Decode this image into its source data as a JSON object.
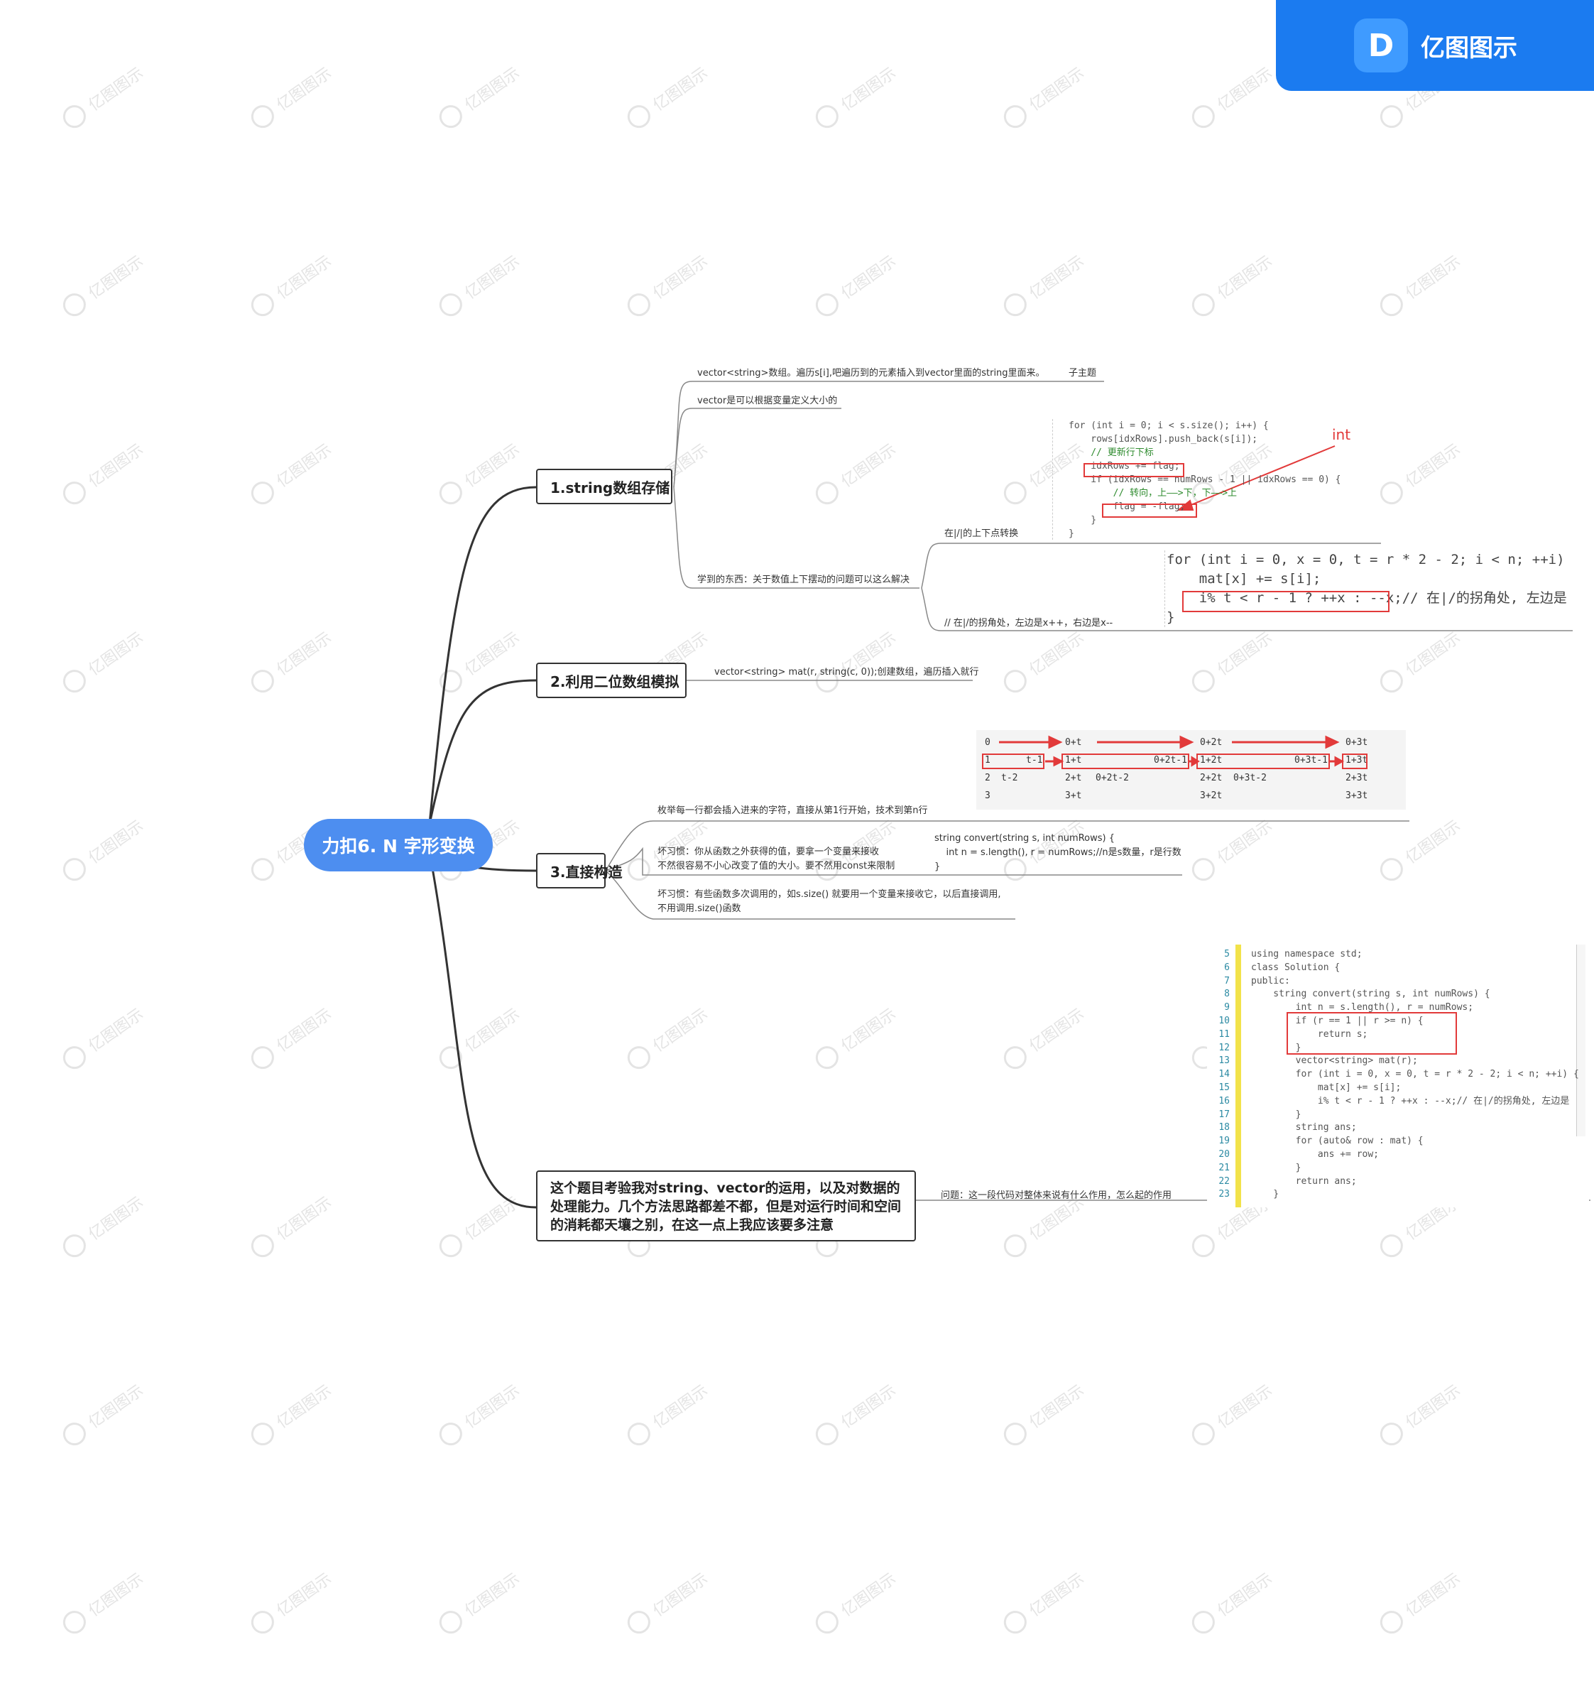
{
  "brand": {
    "name": "亿图图示",
    "icon": "edraw-logo-icon"
  },
  "watermark": {
    "text": "亿图图示"
  },
  "central": {
    "title": "力扣6. N 字形变换"
  },
  "topic1": {
    "title": "1.string数组存储",
    "sub1": "vector<string>数组。遍历s[i],吧遍历到的元素插入到vector里面的string里面来。",
    "sub1_tag": "子主题",
    "sub2": "vector是可以根据变量定义大小的",
    "sub3": "学到的东西：关于数值上下摆动的问题可以这么解决",
    "sub3a": "在|/|的上下点转换",
    "sub3b": "// 在|/的拐角处，左边是x++，右边是x--",
    "annot": "int",
    "code1": [
      "for (int i = 0; i < s.size(); i++) {",
      "    rows[idxRows].push_back(s[i]);",
      "    // 更新行下标",
      "    idxRows += flag;",
      "    if (idxRows == numRows - 1 || idxRows == 0) {",
      "        // 转向，上——>下，下——>上",
      "        flag = -flag;",
      "    }",
      "}"
    ],
    "code2": [
      "for (int i = 0, x = 0, t = r * 2 - 2; i < n; ++i) {",
      "    mat[x] += s[i];",
      "    i% t < r - 1 ? ++x : --x;// 在|/的拐角处, 左边是",
      "}"
    ]
  },
  "topic2": {
    "title": "2.利用二位数组模拟",
    "sub1": "vector<string> mat(r, string(c, 0));创建数组，遍历插入就行"
  },
  "topic3": {
    "title": "3.直接构造",
    "sub1": "枚举每一行都会插入进来的字符，直接从第1行开始，技术到第n行",
    "sub2_line1": "坏习惯：你从函数之外获得的值，要拿一个变量来接收",
    "sub2_line2": "不然很容易不小心改变了值的大小。要不然用const来限制",
    "sub2_code1": "string convert(string s, int numRows) {",
    "sub2_code2": "    int n = s.length(), r = numRows;//n是s数量，r是行数",
    "sub2_code3": "}",
    "sub3_line1": "坏习惯：有些函数多次调用的，如s.size() 就要用一个变量来接收它，以后直接调用,",
    "sub3_line2": "不用调用.size()函数",
    "grid": {
      "row0": [
        "0",
        "0+t",
        "0+2t",
        "0+3t"
      ],
      "row1": [
        "1",
        "t-1",
        "1+t",
        "0+2t-1",
        "1+2t",
        "0+3t-1",
        "1+3t"
      ],
      "row2": [
        "2",
        "t-2",
        "2+t",
        "0+2t-2",
        "2+2t",
        "0+3t-2",
        "2+3t"
      ],
      "row3": [
        "3",
        "3+t",
        "3+2t",
        "3+3t"
      ]
    }
  },
  "topic4": {
    "title": "这个题目考验我对string、vector的运用，以及对数据的处理能力。几个方法思路都差不都，但是对运行时间和空间的消耗都天壤之别，在这一点上我应该要多注意",
    "sub1": "问题：这一段代码对整体来说有什么作用，怎么起的作用",
    "code_line_numbers": [
      "5",
      "6",
      "7",
      "8",
      "9",
      "10",
      "11",
      "12",
      "13",
      "14",
      "15",
      "16",
      "17",
      "18",
      "19",
      "20",
      "21",
      "22",
      "23"
    ],
    "code": [
      "using namespace std;",
      "class Solution {",
      "public:",
      "    string convert(string s, int numRows) {",
      "        int n = s.length(), r = numRows;",
      "        if (r == 1 || r >= n) {",
      "            return s;",
      "        }",
      "        vector<string> mat(r);",
      "        for (int i = 0, x = 0, t = r * 2 - 2; i < n; ++i) {",
      "            mat[x] += s[i];",
      "            i% t < r - 1 ? ++x : --x;// 在|/的拐角处, 左边是",
      "        }",
      "        string ans;",
      "        for (auto& row : mat) {",
      "            ans += row;",
      "        }",
      "        return ans;",
      "    }"
    ]
  },
  "colors": {
    "central": "#4d8ef0",
    "brand": "#1b7bf0",
    "highlight": "#e23a3a",
    "keyword": "#2a4bd6",
    "comment": "#2e8b2e"
  }
}
